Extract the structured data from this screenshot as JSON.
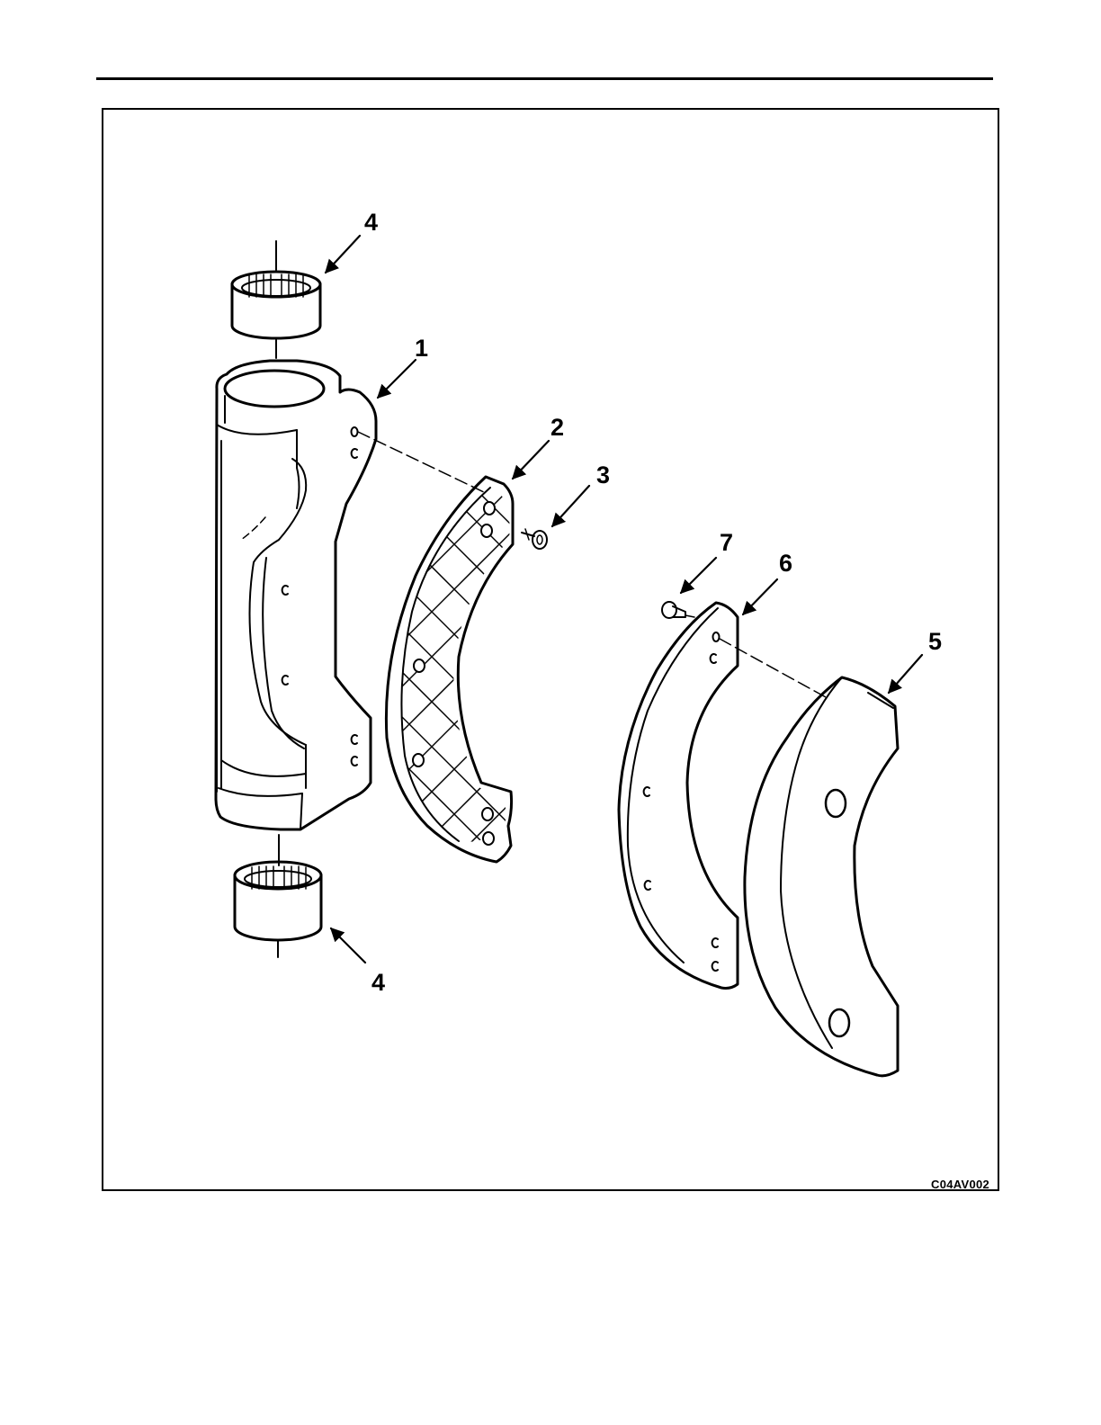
{
  "figure": {
    "id_label": "C04AV002",
    "callouts": [
      "4",
      "1",
      "2",
      "3",
      "7",
      "6",
      "5",
      "4"
    ]
  },
  "colors": {
    "ink": "#000000",
    "paper": "#ffffff"
  },
  "parts": [
    {
      "number": "1",
      "icon": "housing-icon"
    },
    {
      "number": "2",
      "icon": "grid-plate-icon"
    },
    {
      "number": "3",
      "icon": "screw-icon"
    },
    {
      "number": "4",
      "icon": "needle-bearing-icon"
    },
    {
      "number": "5",
      "icon": "counterweight-icon"
    },
    {
      "number": "6",
      "icon": "plate-icon"
    },
    {
      "number": "7",
      "icon": "screw-icon"
    }
  ]
}
